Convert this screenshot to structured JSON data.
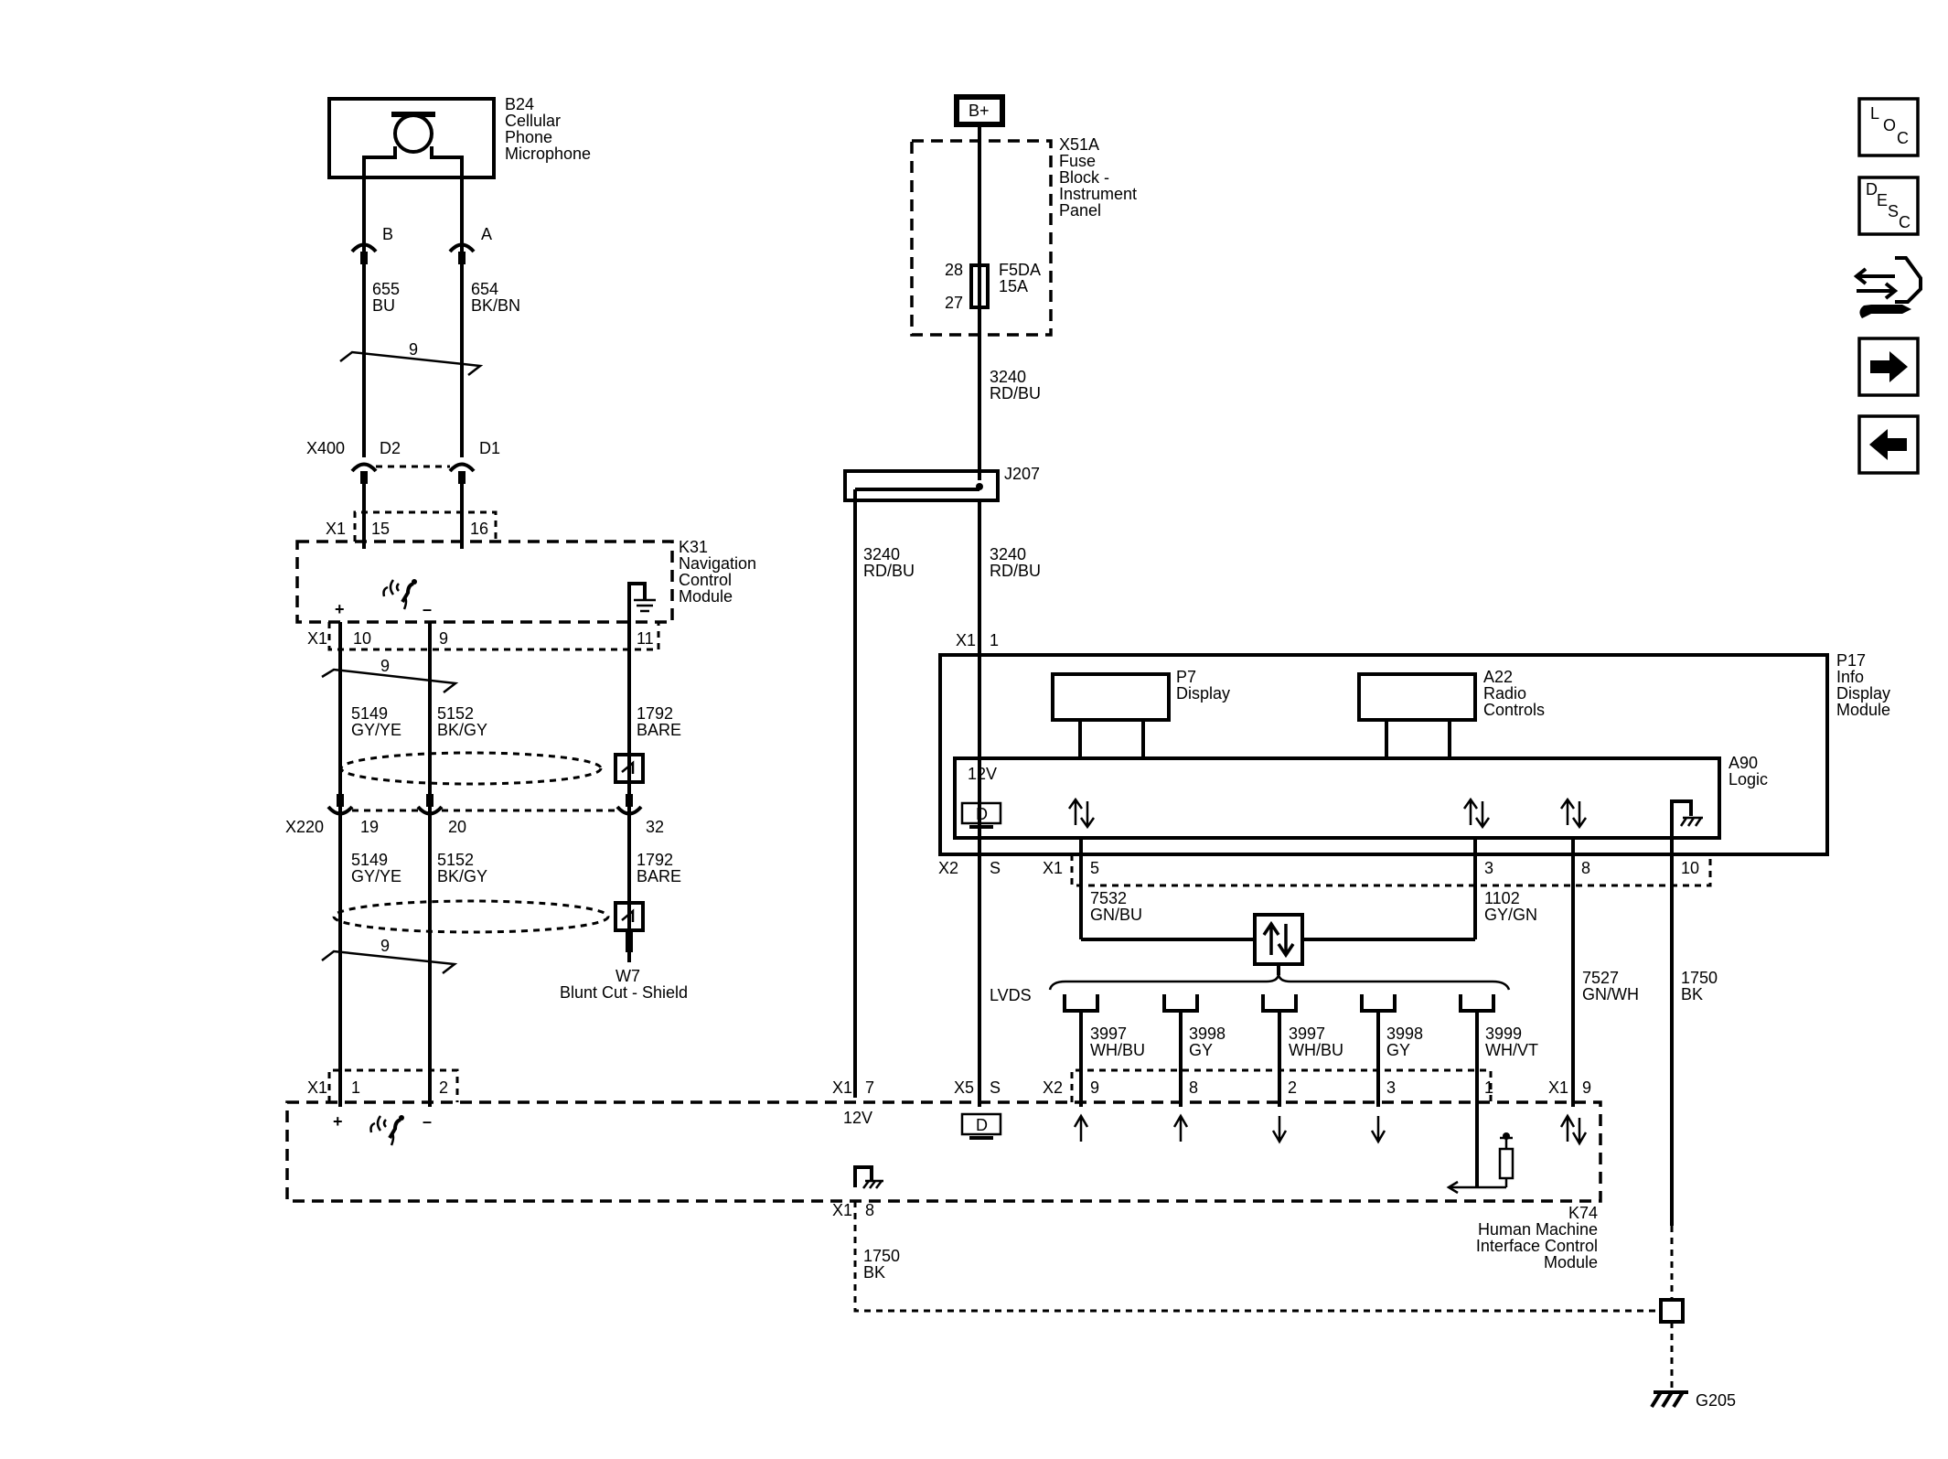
{
  "components": {
    "b24": [
      "B24",
      "Cellular",
      "Phone",
      "Microphone"
    ],
    "x51a": [
      "X51A",
      "Fuse",
      "Block -",
      "Instrument",
      "Panel"
    ],
    "k31": [
      "K31",
      "Navigation",
      "Control",
      "Module"
    ],
    "p17": [
      "P17",
      "Info",
      "Display",
      "Module"
    ],
    "p7": [
      "P7",
      "Display"
    ],
    "a22": [
      "A22",
      "Radio",
      "Controls"
    ],
    "a90": [
      "A90",
      "Logic"
    ],
    "k74": [
      "K74",
      "Human Machine",
      "Interface Control",
      "Module"
    ],
    "w7": [
      "W7",
      "Blunt Cut - Shield"
    ],
    "g205": "G205",
    "j207": "J207",
    "bplus": "B+"
  },
  "fuse": {
    "pin_in": "28",
    "pin_out": "27",
    "name": "F5DA",
    "rating": "15A"
  },
  "pins": {
    "mic_b": "B",
    "mic_a": "A",
    "x400": "X400",
    "x400_d2": "D2",
    "x400_d1": "D1",
    "x1": "X1",
    "x2": "X2",
    "x5": "X5",
    "x220": "X220",
    "k31_15": "15",
    "k31_16": "16",
    "k31_10": "10",
    "k31_9": "9",
    "k31_11": "11",
    "x220_19": "19",
    "x220_20": "20",
    "x220_32": "32",
    "p17_x1_1": "1",
    "p17_x2_s": "S",
    "p17_5": "5",
    "p17_3": "3",
    "p17_8": "8",
    "p17_10": "10",
    "k74_1": "1",
    "k74_2": "2",
    "k74_7": "7",
    "k74_x5_s": "S",
    "k74_x2_9": "9",
    "k74_x2_8": "8",
    "k74_x2_2": "2",
    "k74_x2_3": "3",
    "k74_x2_1": "1",
    "k74_x1_9": "9",
    "k74_x1_8": "8"
  },
  "wires": {
    "w655": [
      "655",
      "BU"
    ],
    "w654": [
      "654",
      "BK/BN"
    ],
    "w3240a": [
      "3240",
      "RD/BU"
    ],
    "w3240b": [
      "3240",
      "RD/BU"
    ],
    "w3240c": [
      "3240",
      "RD/BU"
    ],
    "w5149a": [
      "5149",
      "GY/YE"
    ],
    "w5152a": [
      "5152",
      "BK/GY"
    ],
    "w1792a": [
      "1792",
      "BARE"
    ],
    "w5149b": [
      "5149",
      "GY/YE"
    ],
    "w5152b": [
      "5152",
      "BK/GY"
    ],
    "w1792b": [
      "1792",
      "BARE"
    ],
    "w7532": [
      "7532",
      "GN/BU"
    ],
    "w1102": [
      "1102",
      "GY/GN"
    ],
    "w7527": [
      "7527",
      "GN/WH"
    ],
    "w1750a": [
      "1750",
      "BK"
    ],
    "w1750b": [
      "1750",
      "BK"
    ],
    "w3997a": [
      "3997",
      "WH/BU"
    ],
    "w3998a": [
      "3998",
      "GY"
    ],
    "w3997b": [
      "3997",
      "WH/BU"
    ],
    "w3998b": [
      "3998",
      "GY"
    ],
    "w3999": [
      "3999",
      "WH/VT"
    ]
  },
  "twist": {
    "t1": "9",
    "t2": "9",
    "t3": "9"
  },
  "labels": {
    "v12a": "12V",
    "v12b": "12V",
    "lvds": "LVDS",
    "plus": "+",
    "minus": "–",
    "disp": "D"
  },
  "nav": {
    "loc": [
      "L",
      "O",
      "C"
    ],
    "desc": [
      "D",
      "E",
      "S",
      "C"
    ]
  }
}
